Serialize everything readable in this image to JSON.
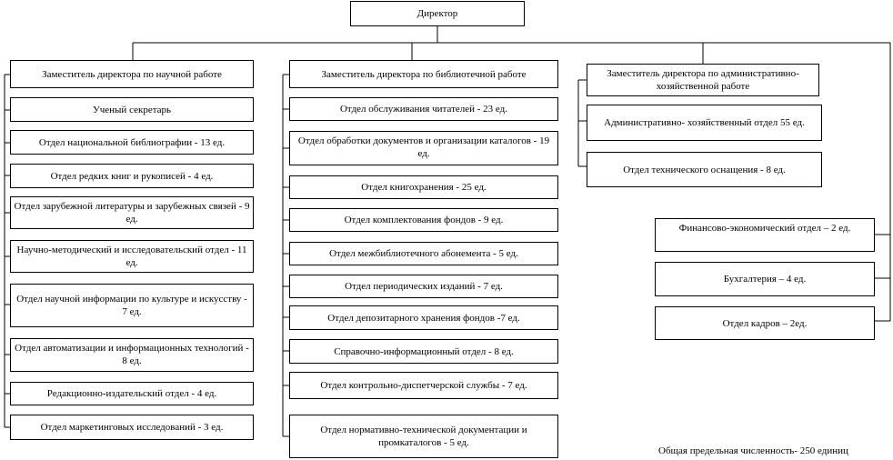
{
  "director": "Директор",
  "columns": [
    {
      "head": "Заместитель директора по научной работе",
      "units": [
        "Ученый секретарь",
        "Отдел национальной библиографии - 13 ед.",
        "Отдел редких книг и рукописей  - 4 ед.",
        "Отдел зарубежной литературы и зарубежных связей - 9 ед.",
        "Научно-методический и исследовательский отдел - 11 ед.",
        "Отдел научной информации по культуре и искусству - 7 ед.",
        "Отдел автоматизации и информационных технологий - 8 ед.",
        "Редакционно-издательский отдел - 4 ед.",
        "Отдел маркетинговых исследований - 3 ед."
      ]
    },
    {
      "head": "Заместитель директора по библиотечной работе",
      "units": [
        "Отдел обслуживания читателей  - 23 ед.",
        "Отдел обработки документов и организации каталогов - 19 ед.",
        "Отдел книгохранения - 25 ед.",
        "Отдел комплектования фондов - 9 ед.",
        "Отдел межбиблиотечного абонемента - 5 ед.",
        "Отдел периодических изданий  - 7 ед.",
        "Отдел депозитарного хранения фондов -7 ед.",
        "Справочно-информационный отдел -  8 ед.",
        "Отдел контрольно-диспетчерской службы  - 7 ед.",
        "Отдел нормативно-технической документации и промкаталогов - 5 ед."
      ]
    },
    {
      "head": "Заместитель директора по административно-хозяйственной работе",
      "units": [
        "Административно- хозяйственный отдел 55 ед.",
        "Отдел технического оснащения - 8 ед."
      ]
    }
  ],
  "direct_units": [
    "Финансово-экономический отдел – 2 ед.",
    "Бухгалтерия – 4 ед.",
    "Отдел кадров – 2ед."
  ],
  "total_note": "Общая предельная численность- 250 единиц"
}
